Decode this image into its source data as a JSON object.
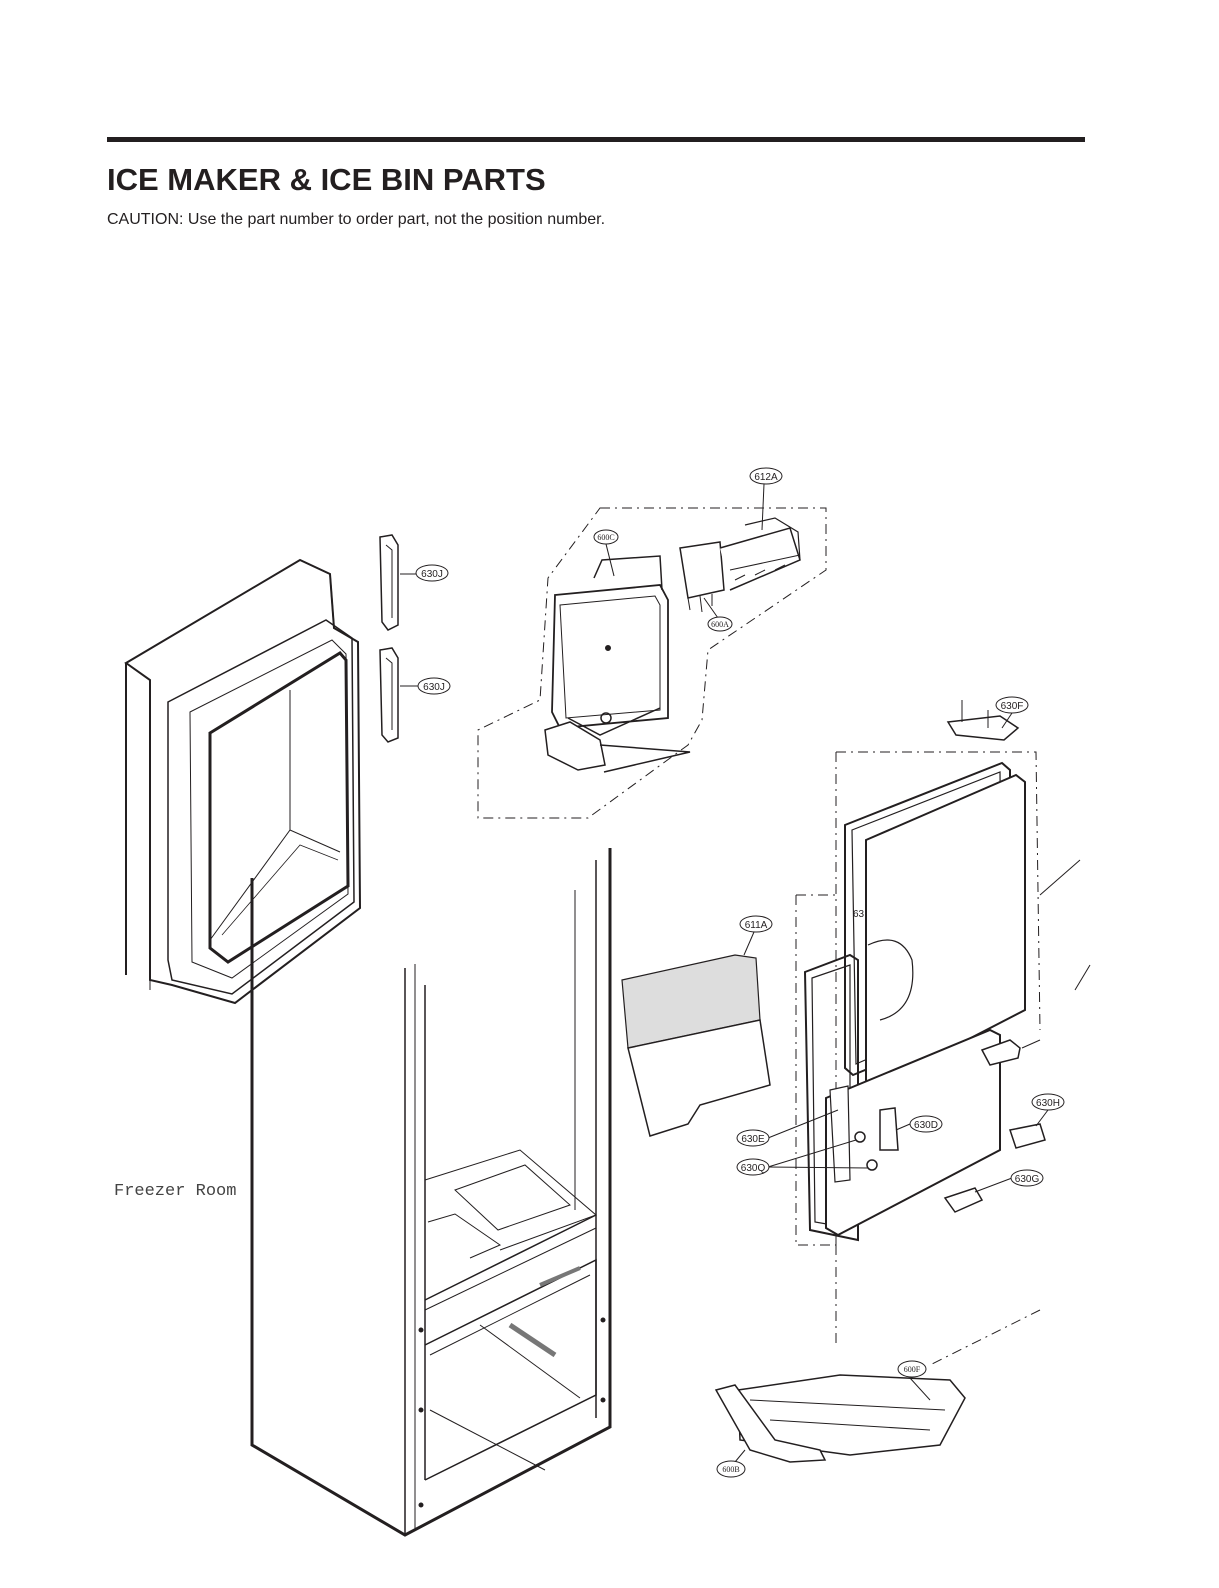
{
  "header": {
    "title": "ICE MAKER & ICE BIN PARTS",
    "caution": "CAUTION: Use the part number to order part, not the position number."
  },
  "diagram": {
    "room_label": "Freezer Room",
    "callouts": {
      "c612A": "612A",
      "c600C": "600C",
      "c600A": "600A",
      "c630J_1": "630J",
      "c630J_2": "630J",
      "c630F": "630F",
      "c611A": "611A",
      "c630H": "630H",
      "c630D": "630D",
      "c630E": "630E",
      "c630Q": "630Q",
      "c630G": "630G",
      "c600F": "600F",
      "c600B": "600B",
      "c63": "63"
    }
  }
}
